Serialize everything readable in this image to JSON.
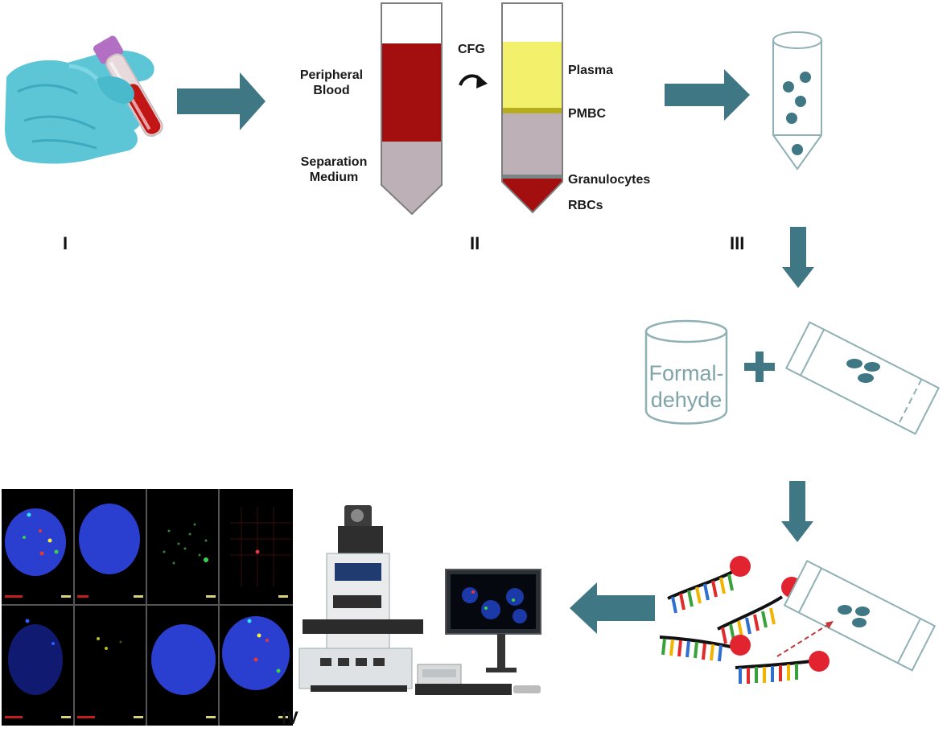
{
  "steps": {
    "step1": "I",
    "step2": "II",
    "step3": "III",
    "step4": "IV"
  },
  "tube1": {
    "top_label_line1": "Peripheral",
    "top_label_line2": "Blood",
    "bottom_label_line1": "Separation",
    "bottom_label_line2": "Medium"
  },
  "tube2": {
    "centrifuge": "CFG",
    "plasma": "Plasma",
    "pmbc": "PMBC",
    "granulocytes": "Granulocytes",
    "rbcs": "RBCs"
  },
  "fixation": {
    "can_line1": "Formal-",
    "can_line2": "dehyde",
    "plus": "+"
  },
  "colors": {
    "teal": "#3f7784",
    "blood_red": "#a30f0f",
    "plasma_yellow": "#f3f06c",
    "pmbc_band": "#b5ad1d",
    "medium": "#bdb1b7",
    "line_teal": "#8fb0b4"
  },
  "icons": {
    "gloved_hand_tube": "hand-with-blood-tube-icon",
    "cells_tube": "cell-pellet-tube-icon",
    "fish_probes": "dna-probe-icon",
    "microscope": "microscope-icon",
    "monitor": "monitor-icon",
    "fish_images": "fish-micrograph-grid"
  }
}
